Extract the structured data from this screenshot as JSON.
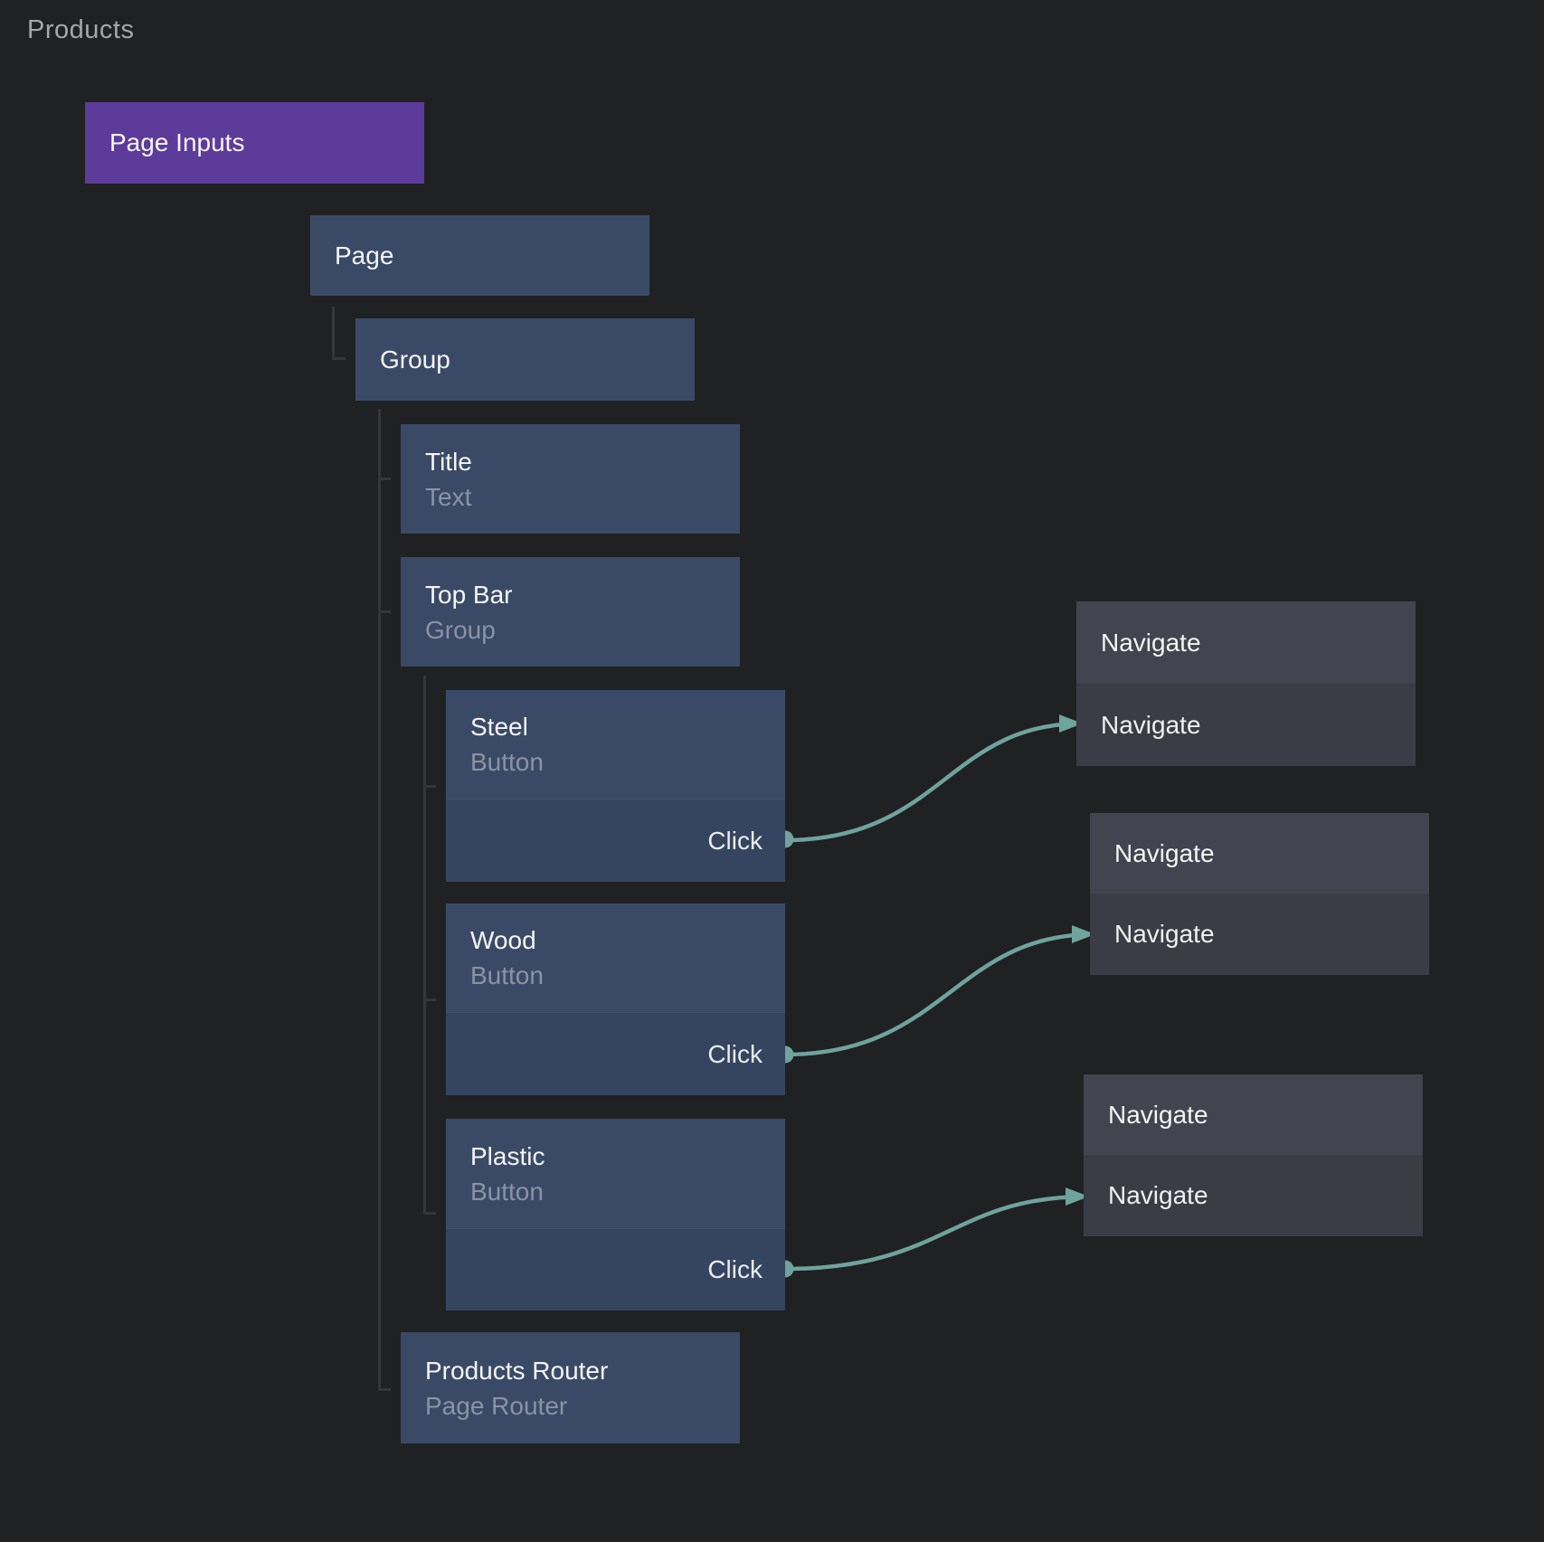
{
  "canvas_title": "Products",
  "colors": {
    "background": "#202122",
    "node_blue": "#3a4a66",
    "node_blue_dark": "#354560",
    "node_gray": "#42444f",
    "node_gray_dark": "#3b3d46",
    "accent_purple": "#5d3b9a",
    "accent_teal": "#6fa39d",
    "tree_line": "#353639",
    "text_primary": "#f4f5f6",
    "text_muted": "#8a93a4",
    "heading_text": "#a6a7a9"
  },
  "nodes": {
    "page_inputs": {
      "title": "Page Inputs"
    },
    "page": {
      "title": "Page"
    },
    "group": {
      "title": "Group"
    },
    "title": {
      "title": "Title",
      "subtitle": "Text"
    },
    "top_bar": {
      "title": "Top Bar",
      "subtitle": "Group"
    },
    "steel": {
      "title": "Steel",
      "subtitle": "Button",
      "event": "Click"
    },
    "wood": {
      "title": "Wood",
      "subtitle": "Button",
      "event": "Click"
    },
    "plastic": {
      "title": "Plastic",
      "subtitle": "Button",
      "event": "Click"
    },
    "products_router": {
      "title": "Products Router",
      "subtitle": "Page Router"
    },
    "navigate_1": {
      "title": "Navigate",
      "action": "Navigate"
    },
    "navigate_2": {
      "title": "Navigate",
      "action": "Navigate"
    },
    "navigate_3": {
      "title": "Navigate",
      "action": "Navigate"
    }
  }
}
